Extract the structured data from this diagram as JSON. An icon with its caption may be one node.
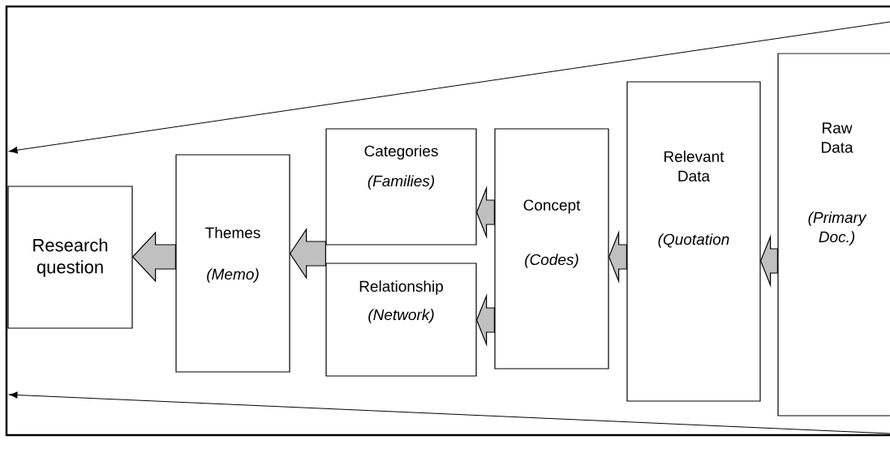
{
  "diagram": {
    "nodes": [
      {
        "text": [
          "Research question"
        ]
      },
      {
        "text": [
          "Themes",
          "(Memo)"
        ]
      },
      {
        "text": [
          "Categories",
          "(Families)"
        ]
      },
      {
        "text": [
          "Relationship",
          "(Network)"
        ]
      },
      {
        "text": [
          "Concept",
          "(Codes)"
        ]
      },
      {
        "text": [
          "Relevant Data",
          "(Quotation"
        ]
      },
      {
        "text": [
          "Raw Data",
          "(Primary Doc.)"
        ]
      }
    ],
    "edges": [
      {
        "from": 1,
        "to": 0,
        "arrow": "to"
      },
      {
        "from": 2,
        "to": 1,
        "arrow": "to"
      },
      {
        "from": 3,
        "to": 1,
        "arrow": "to"
      },
      {
        "from": 4,
        "to": 2,
        "arrow": "to"
      },
      {
        "from": 4,
        "to": 3,
        "arrow": "to"
      },
      {
        "from": 5,
        "to": 4,
        "arrow": "to"
      },
      {
        "from": 6,
        "to": 5,
        "arrow": "to"
      }
    ]
  }
}
